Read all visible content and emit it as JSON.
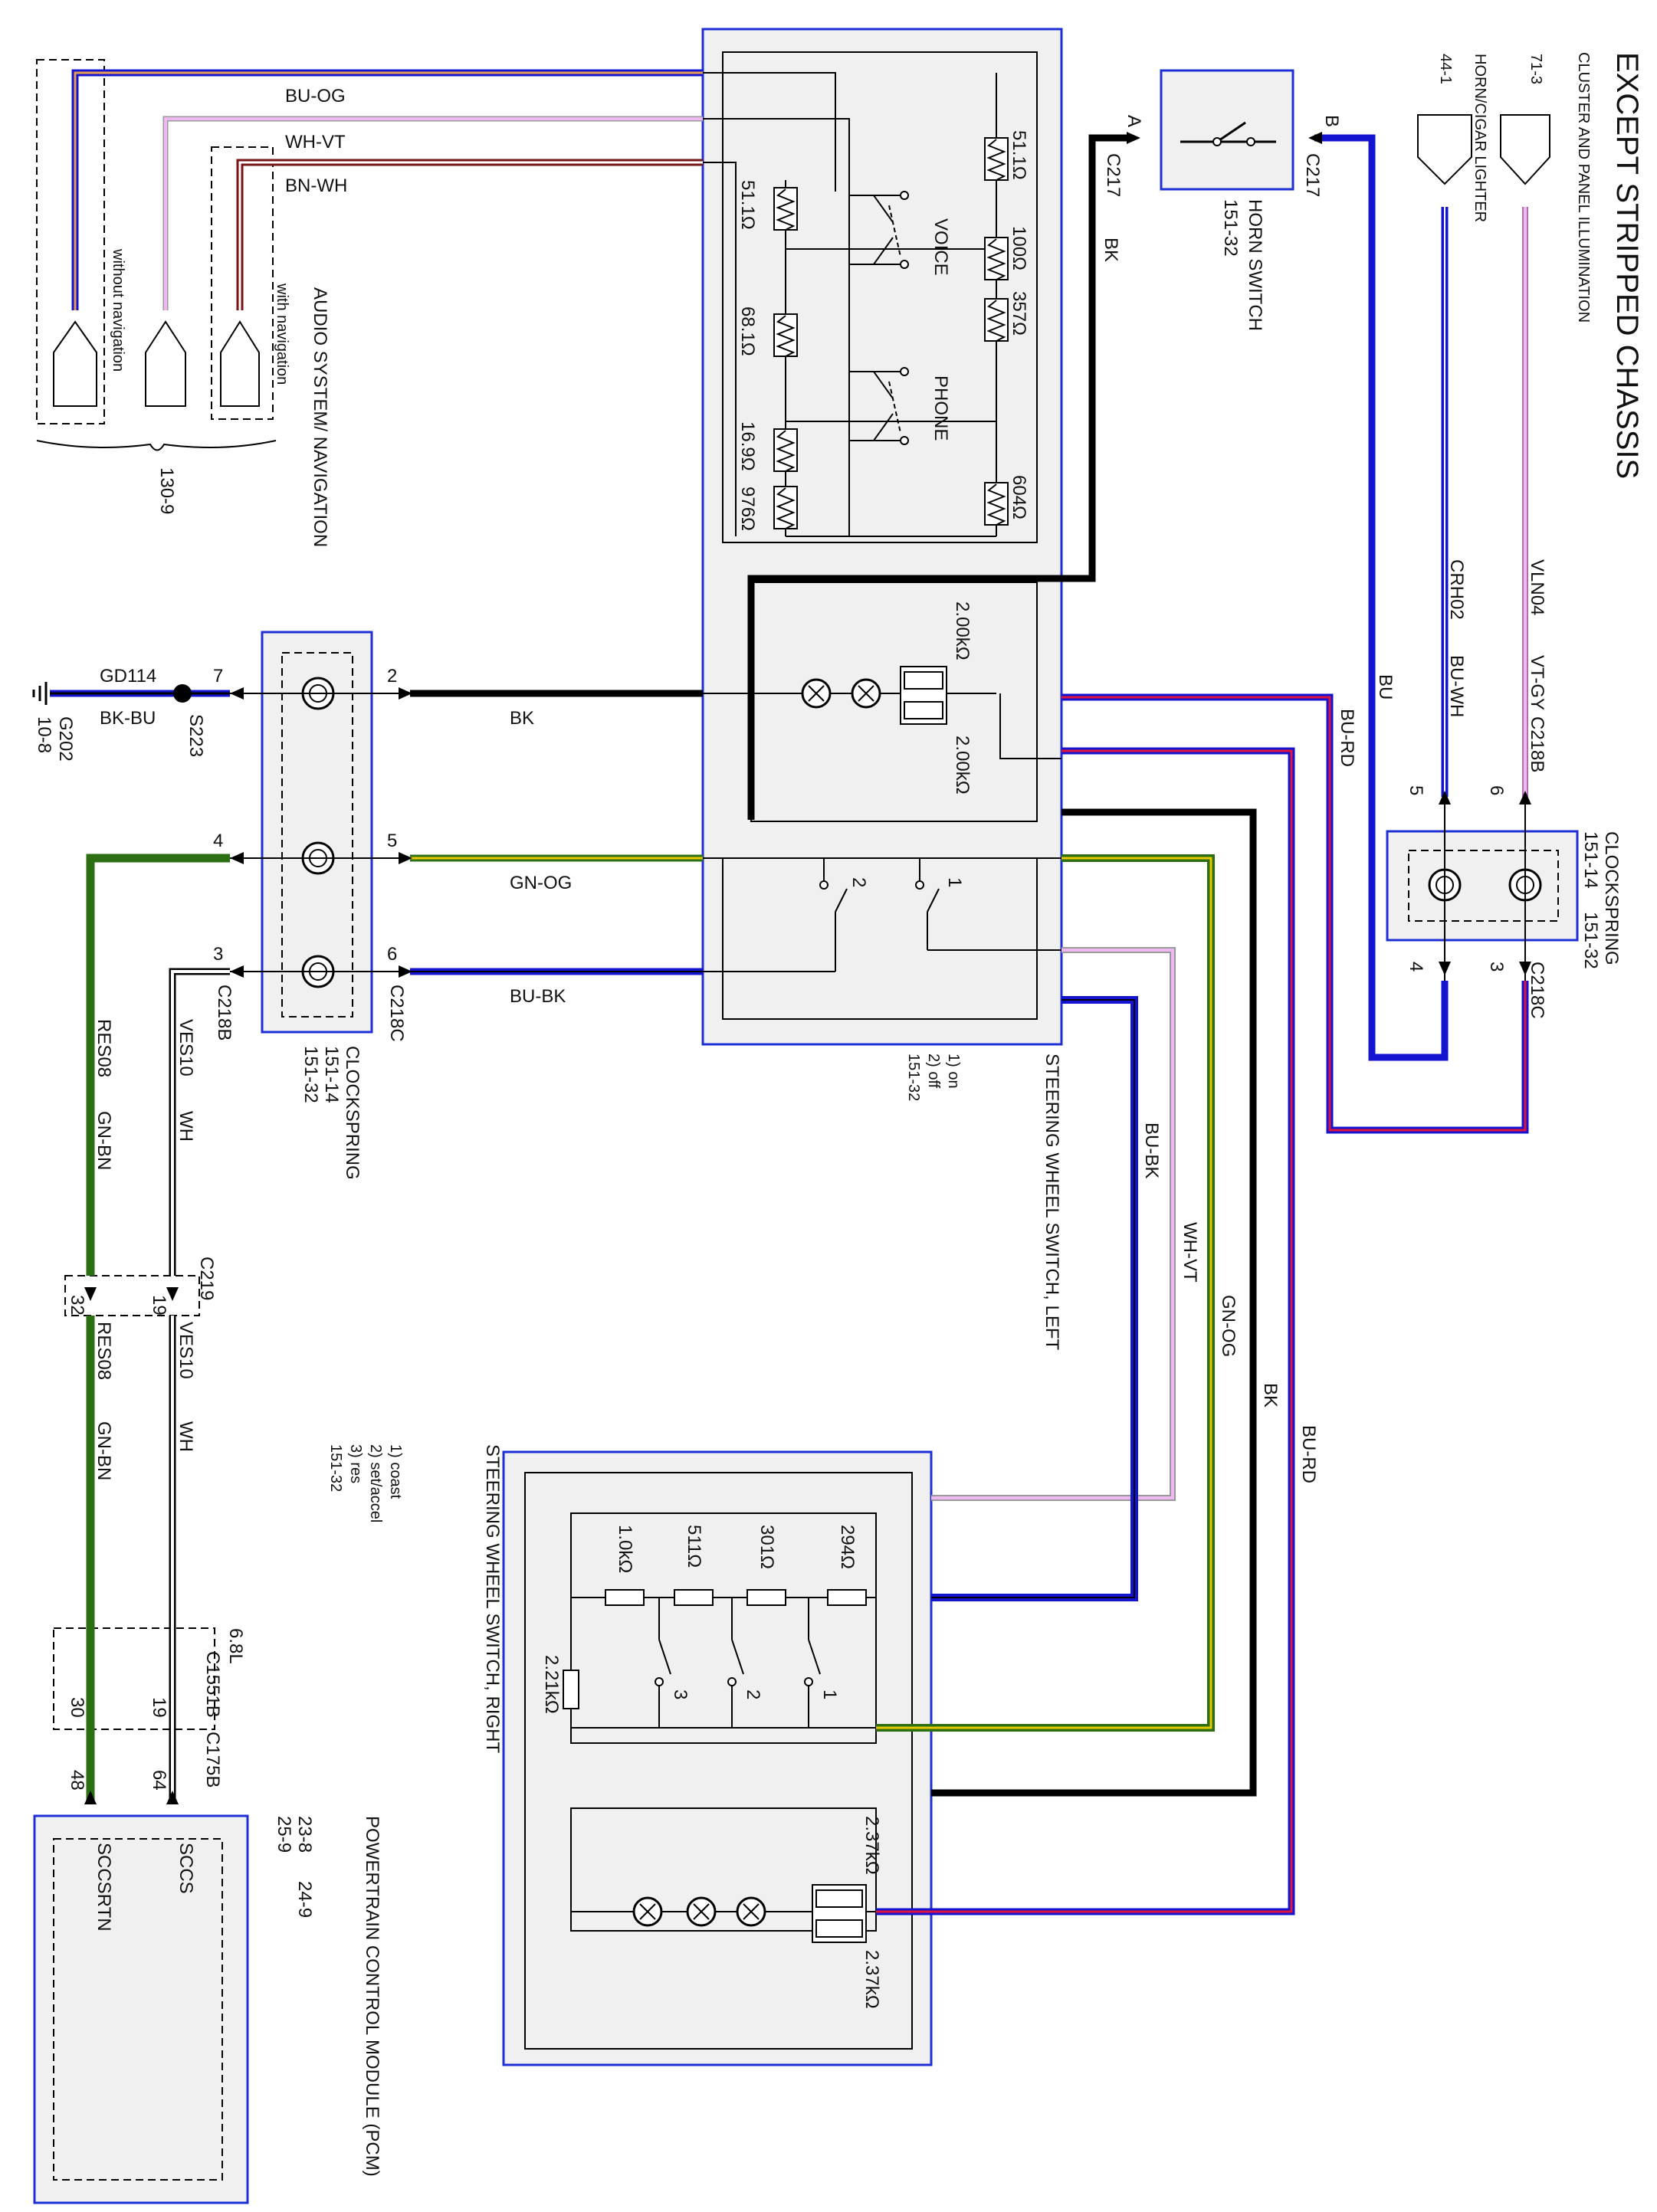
{
  "title": "EXCEPT STRIPPED CHASSIS",
  "colors": {
    "box_stroke": "#1f2fd6",
    "box_fill": "#f0f0f0",
    "wire_black": "#000000",
    "wire_blue": "#1414d0",
    "wire_green": "#2c6e12",
    "wire_orange": "#e8c800",
    "wire_brown": "#7a1414",
    "wire_red": "#e0143c",
    "wire_pink": "#e890e0",
    "wire_white": "#ffffff"
  },
  "illumination": {
    "label": "CLUSTER AND PANEL ILLUMINATION",
    "ref": "71-3",
    "circuit": "VLN04",
    "color": "VT-GY"
  },
  "horn": {
    "label": "HORN/CIGAR LIGHTER",
    "ref": "44-1",
    "circuit": "CRH02",
    "color": "BU-WH"
  },
  "horn_switch": {
    "name": "HORN SWITCH",
    "ref": "151-32",
    "pin_a": "A",
    "pin_b": "B",
    "connector": "C217"
  },
  "clockspring_right": {
    "name": "CLOCKSPRING",
    "ref1": "151-14",
    "ref2": "151-32",
    "connector_top": "C218B",
    "connector_bottom": "C218C",
    "pins": [
      "5",
      "6",
      "4",
      "3"
    ]
  },
  "clockspring_left": {
    "name": "CLOCKSPRING",
    "ref1": "151-14",
    "ref2": "151-32",
    "connector_right": "C218C",
    "connector_left": "C218B",
    "pins_right": [
      "2",
      "5",
      "6"
    ],
    "pins_left": [
      "7",
      "4",
      "3"
    ]
  },
  "swl": {
    "name": "STEERING WHEEL SWITCH, LEFT",
    "opt1": "1) on",
    "opt2": "2) off",
    "ref": "151-32",
    "voice": "VOICE",
    "phone": "PHONE",
    "res_top": [
      "51.1Ω",
      "100Ω",
      "357Ω",
      "604Ω"
    ],
    "res_bottom": [
      "51.1Ω",
      "68.1Ω",
      "16.9Ω",
      "976Ω"
    ],
    "lamp_res": [
      "2.00kΩ",
      "2.00kΩ"
    ],
    "switch_pins": [
      "2",
      "1"
    ]
  },
  "swr": {
    "name": "STEERING WHEEL SWITCH, RIGHT",
    "opt1": "1) coast",
    "opt2": "2) set/accel",
    "opt3": "3) res",
    "ref": "151-32",
    "res": [
      "1.0kΩ",
      "511Ω",
      "301Ω",
      "294Ω"
    ],
    "res_side": "2.21kΩ",
    "lamp_res": [
      "2.37kΩ",
      "2.37kΩ"
    ],
    "switch_pins": [
      "3",
      "2",
      "1"
    ]
  },
  "audio": {
    "name": "AUDIO SYSTEM/ NAVIGATION",
    "with_nav": "with navigation",
    "without_nav": "without navigation",
    "ref": "130-9"
  },
  "ground": {
    "circuit": "GD114",
    "color": "BK-BU",
    "splice": "S223",
    "name": "G202",
    "ref": "10-8"
  },
  "wires": {
    "bu_og": "BU-OG",
    "wh_vt": "WH-VT",
    "bn_wh": "BN-WH",
    "bk": "BK",
    "gn_og": "GN-OG",
    "bu_bk": "BU-BK",
    "bu": "BU",
    "bu_rd": "BU-RD",
    "res08": "RES08",
    "gn_bn": "GN-BN",
    "ves10": "VES10",
    "wh": "WH"
  },
  "c219": {
    "name": "C219",
    "pin_res": "32",
    "pin_ves": "19"
  },
  "c1551b": {
    "name": "C1551B",
    "ref": "6.8L",
    "pin_res": "30",
    "pin_ves": "19"
  },
  "c175b": {
    "name": "C175B",
    "pin_res": "48",
    "pin_ves": "64"
  },
  "pcm": {
    "name": "POWERTRAIN CONTROL MODULE (PCM)",
    "ref1": "23-8",
    "ref2": "24-9",
    "ref3": "25-9",
    "pin_sccs": "SCCS",
    "pin_sccsrtn": "SCCSRTN"
  }
}
